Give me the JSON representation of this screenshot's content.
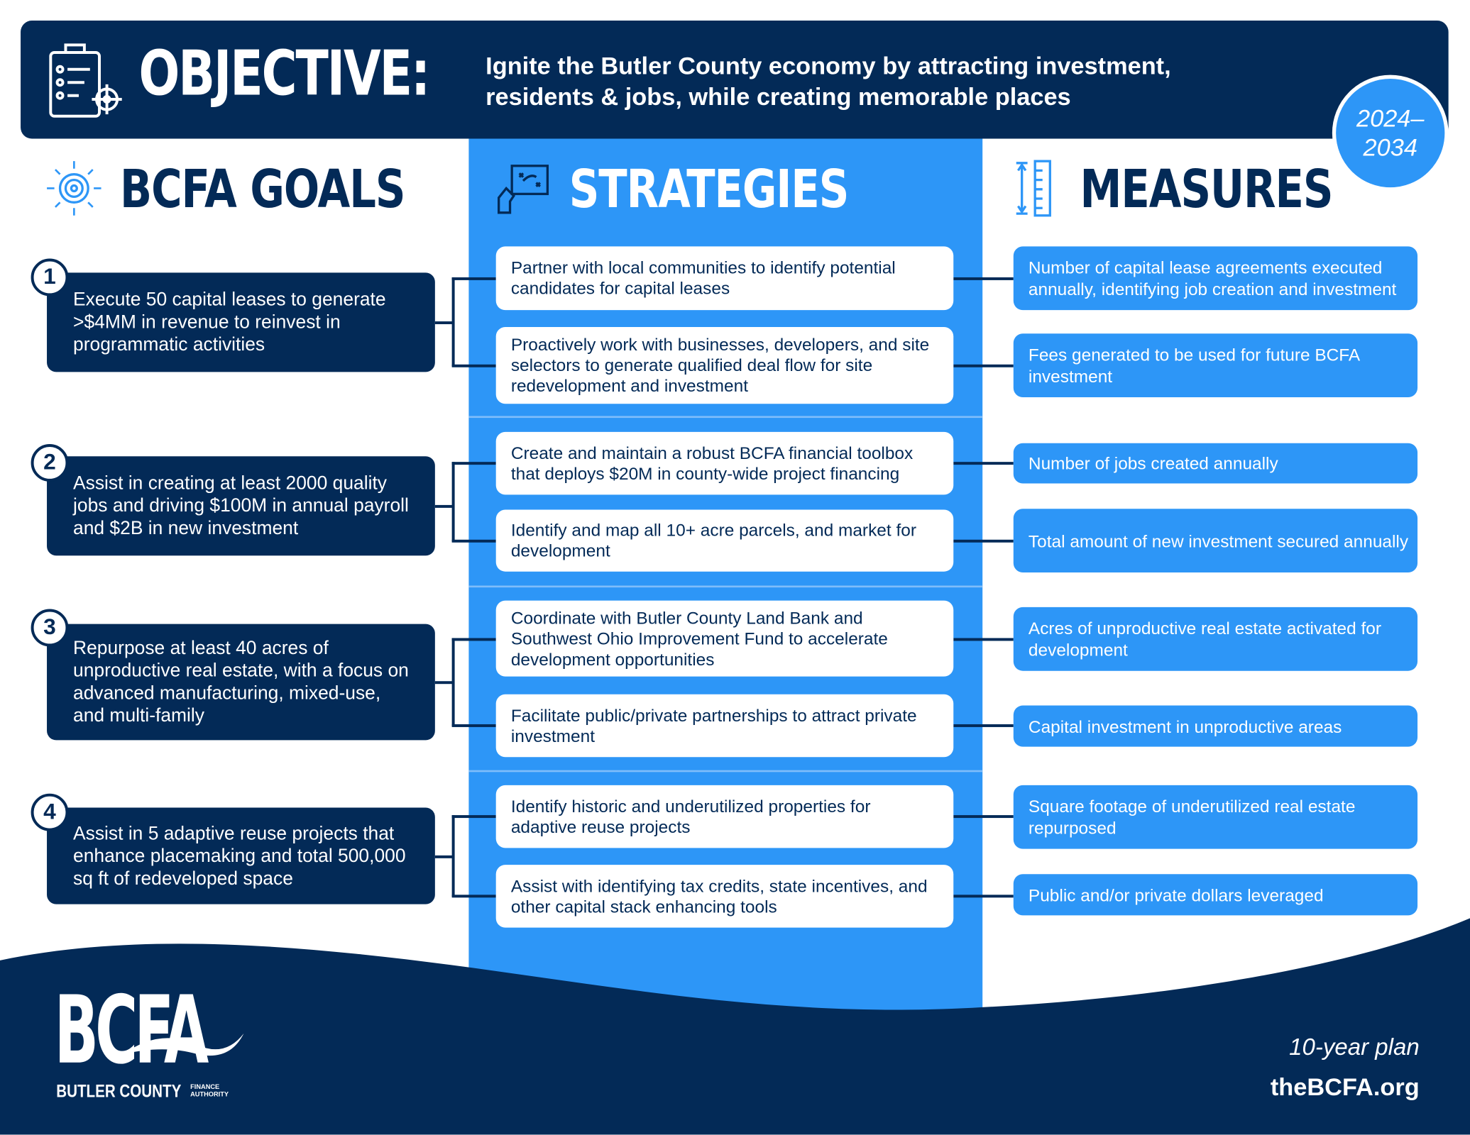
{
  "header": {
    "title": "OBJECTIVE:",
    "objective": "Ignite the Butler County economy by attracting investment, residents & jobs, while creating memorable places",
    "years": "2024–2034"
  },
  "sections": {
    "goals": "BCFA GOALS",
    "strategies": "STRATEGIES",
    "measures": "MEASURES"
  },
  "goals": [
    {
      "number": "1",
      "text": "Execute 50 capital leases to generate >$4MM in revenue to reinvest in programmatic activities"
    },
    {
      "number": "2",
      "text": "Assist in creating at least 2000 quality jobs and driving $100M in annual payroll and $2B in new investment"
    },
    {
      "number": "3",
      "text": "Repurpose at least 40 acres of unproductive real estate, with a focus on advanced manufacturing, mixed-use, and multi-family"
    },
    {
      "number": "4",
      "text": "Assist in 5 adaptive reuse projects that enhance placemaking and total 500,000 sq ft of redeveloped space"
    }
  ],
  "strategies": [
    "Partner with local communities to identify potential candidates for capital leases",
    "Proactively work with businesses, developers, and site selectors to generate qualified deal flow for site redevelopment and investment",
    "Create and maintain a robust BCFA financial toolbox that deploys $20M in county-wide project financing",
    "Identify and map all 10+ acre parcels, and market for development",
    "Coordinate with Butler County Land Bank and Southwest Ohio Improvement Fund to accelerate development opportunities",
    "Facilitate public/private partnerships to attract private investment",
    "Identify historic and underutilized properties for adaptive reuse projects",
    "Assist with identifying tax credits, state incentives, and other capital stack enhancing tools"
  ],
  "measures": [
    "Number of capital lease agreements executed annually, identifying job creation and investment",
    "Fees generated to be used for future BCFA investment",
    "Number of jobs created annually",
    "Total amount of new investment secured annually",
    "Acres of unproductive real estate activated for development",
    "Capital investment in unproductive areas",
    "Square footage of underutilized real estate repurposed",
    "Public and/or private dollars leveraged"
  ],
  "footer": {
    "logo": "BCFA",
    "logo_sub": "BUTLER COUNTY",
    "logo_sub2": "FINANCE AUTHORITY",
    "plan": "10-year plan",
    "url": "theBCFA.org"
  },
  "colors": {
    "navy": "#032a57",
    "blue": "#2d96f7"
  }
}
